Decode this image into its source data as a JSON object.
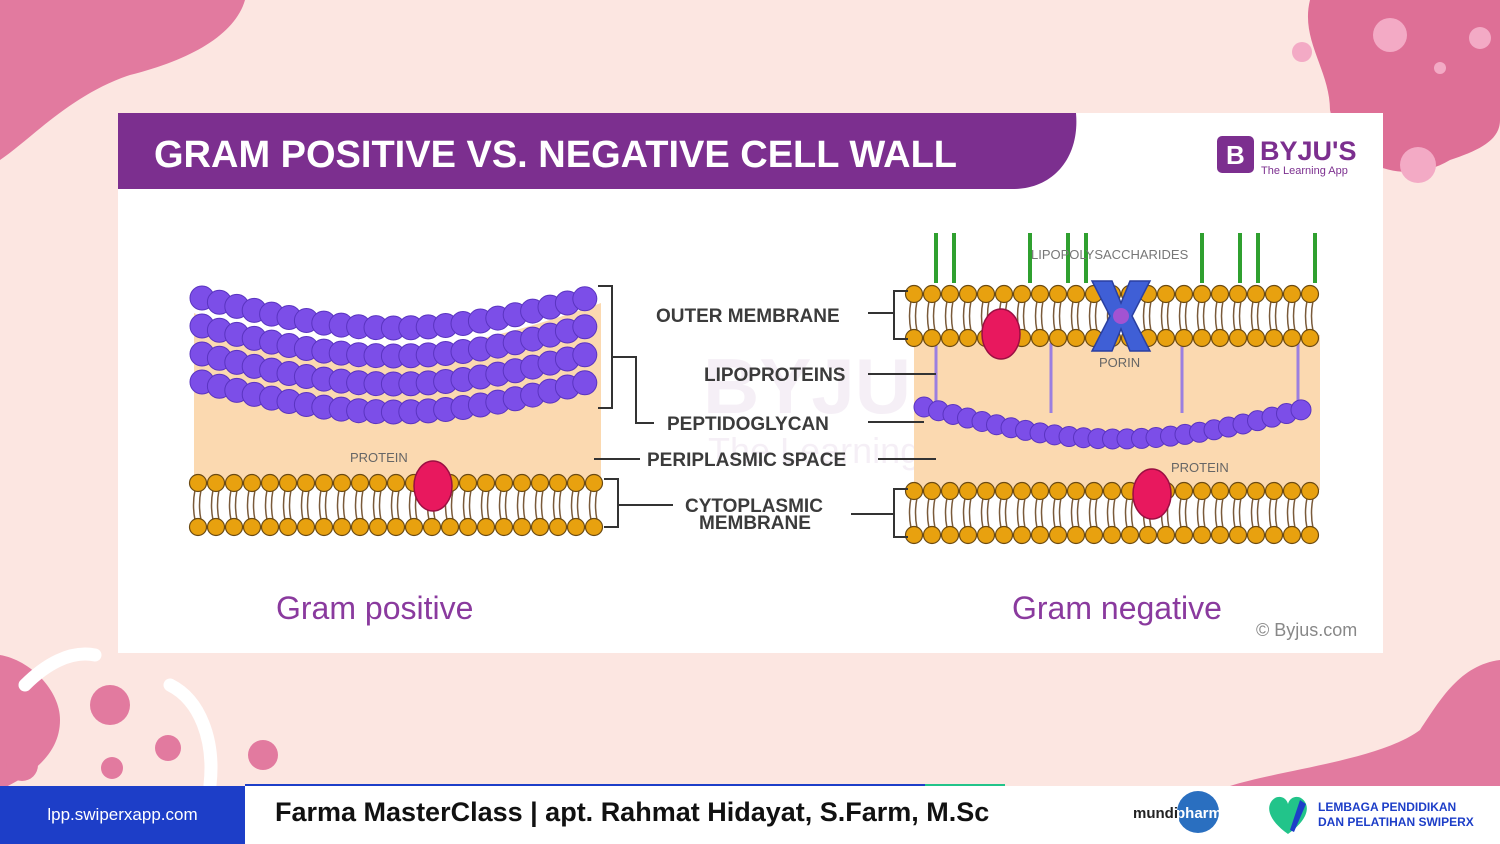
{
  "slide": {
    "banner_title": "GRAM POSITIVE VS. NEGATIVE CELL WALL",
    "brand_name": "BYJU'S",
    "brand_tagline": "The Learning App",
    "brand_glyph": "B",
    "watermark_text": "BYJU'S",
    "watermark_tagline": "The Learning App",
    "copyright": "© Byjus.com"
  },
  "diagram": {
    "labels": {
      "outer_membrane": "OUTER MEMBRANE",
      "lipoproteins": "LIPOPROTEINS",
      "peptidoglycan": "PEPTIDOGLYCAN",
      "periplasmic_space": "PERIPLASMIC SPACE",
      "cytoplasmic_line1": "CYTOPLASMIC",
      "cytoplasmic_line2": "MEMBRANE",
      "lipopolysaccharides": "LIPOPOLYSACCHARIDES",
      "porin": "PORIN",
      "protein_left": "PROTEIN",
      "protein_right": "PROTEIN"
    },
    "captions": {
      "left": "Gram positive",
      "right": "Gram negative"
    }
  },
  "footer": {
    "url": "lpp.swiperxapp.com",
    "title": "Farma MasterClass | apt. Rahmat Hidayat, S.Farm, M.Sc",
    "sponsor_left": "mundi",
    "sponsor_right": "pharma",
    "org_line1": "LEMBAGA PENDIDIKAN",
    "org_line2": "DAN PELATIHAN SWIPERX"
  },
  "colors": {
    "background": "#fce6e1",
    "decor_pink": "#e27a9f",
    "banner_purple": "#7c2f8f",
    "peptidoglycan": "#7c4ee8",
    "lipid_head": "#e8a10f",
    "protein": "#e8185e",
    "periplasm": "#fbd9b0",
    "lps_green": "#2fa02f",
    "footer_blue": "#1d3ec8",
    "caption_purple": "#8a3a9e"
  }
}
